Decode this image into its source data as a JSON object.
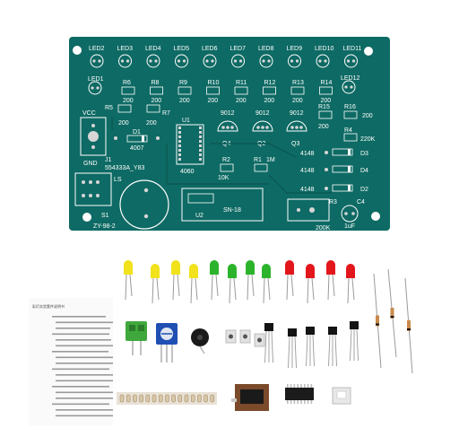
{
  "pcb": {
    "color": "#0e6a64",
    "silkscreen_color": "#ffffff",
    "led_labels": [
      "LED2",
      "LED3",
      "LED4",
      "LED5",
      "LED6",
      "LED7",
      "LED8",
      "LED9",
      "LED10",
      "LED11"
    ],
    "led1_label": "LED1",
    "led12_label": "LED12",
    "resistors_top": [
      "R6",
      "R8",
      "R9",
      "R10",
      "R11",
      "R12",
      "R13",
      "R14"
    ],
    "r5_label": "R5",
    "r7_label": "R7",
    "r15_label": "R15",
    "r16_label": "R16",
    "r4_label": "R4",
    "value_200": "200",
    "value_220k": "220K",
    "vcc_label": "VCC",
    "gnd_label": "GND",
    "d1_label": "D1",
    "d1_part": "4007",
    "u1_label": "U1",
    "u1_part": "4060",
    "transistor_part": "9012",
    "q4_label": "Q4",
    "q2_label": "Q2",
    "q3_label": "Q3",
    "j1_label": "J1",
    "j1_part": "554333A_Y83",
    "r2_label": "R2",
    "r2_value": "10K",
    "r1_label": "R1",
    "r1_value": "1M",
    "diode_part": "4148",
    "d3_label": "D3",
    "d4_label": "D4",
    "d2_label": "D2",
    "ls_label": "LS",
    "s1_label": "S1",
    "switch_label": "ZY-98-2",
    "u2_label": "U2",
    "sn_label": "SN-18",
    "r3_label": "R3",
    "r3_value": "200K",
    "c4_label": "C4",
    "c4_value": "1uF"
  },
  "manual": {
    "title": "彩灯实验套件说明书"
  },
  "components": {
    "led_yellow_color": "#f1e21b",
    "led_green_color": "#2bb42b",
    "led_red_color": "#e3161c",
    "terminal_color": "#3fa83c",
    "pot_color": "#1f4fb3",
    "paper_strip_color": "#e8e1d5"
  }
}
